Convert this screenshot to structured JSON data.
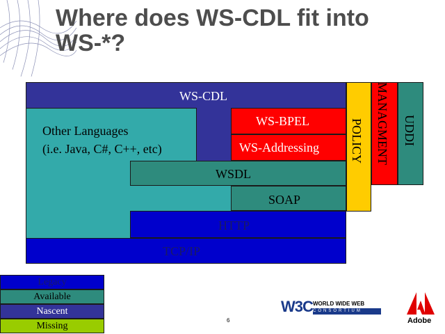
{
  "slide": {
    "title_line1": "Where does WS-CDL fit into",
    "title_line2": "WS-*?",
    "page_number": "6"
  },
  "stack": {
    "ws_cdl": "WS-CDL",
    "other_languages_line1": "Other Languages",
    "other_languages_line2": "(i.e. Java, C#, C++, etc)",
    "ws_bpel": "WS-BPEL",
    "ws_addressing": "WS-Addressing",
    "wsdl": "WSDL",
    "soap": "SOAP",
    "http": "HTTP",
    "tcpip": "TCP/IP",
    "policy": "POLICY",
    "managment": "MANAGMENT",
    "uddi": "UDDI"
  },
  "legend": {
    "legacy": "Legacy",
    "available": "Available",
    "nascent": "Nascent",
    "missing": "Missing"
  },
  "colors": {
    "legacy": "#0000cc",
    "available": "#2e8b7d",
    "nascent": "#333399",
    "missing": "#99cc00",
    "ws_cdl": "#333399",
    "other_languages": "#33aaaa",
    "ws_bpel": "#ff0000",
    "policy": "#ffcc00",
    "managment": "#ff0000"
  },
  "logos": {
    "w3c_text": "W3C",
    "w3c_tag_line1": "WORLD WIDE WEB",
    "w3c_tag_line2": "CONSORTIUM",
    "adobe_text": "Adobe"
  }
}
